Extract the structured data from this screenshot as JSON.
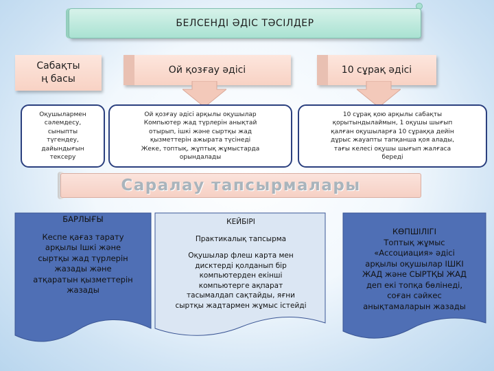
{
  "title": "БЕЛСЕНДІ ӘДІС ТӘСІЛДЕР",
  "headings": {
    "left_line1": "Сабақты",
    "left_line2": "ң басы",
    "middle": "Ой қозғау әдісі",
    "right": "10 сұрақ әдісі"
  },
  "descriptions": {
    "left": [
      "Оқушылармен",
      "сәлемдесу,",
      "сыныпты",
      "түгендеу,",
      "дайындығын",
      "тексеру"
    ],
    "middle": [
      "Ой қозғау әдісі арқылы  оқушылар",
      "Компьютер жад түрлерін анықтай",
      "отырып,  ішкі және сыртқы жад",
      "қызметтерін ажырата түсінеді",
      "Жеке, топтық, жұптық жұмыстарда",
      "орындалады"
    ],
    "right": [
      "10 сұрақ қою арқылы сабақты",
      "қорытындылаймын, 1 оқушы шығып",
      "қалған оқушыларға 10 сұраққа дейін",
      "дұрыс жауапты тапқанша қоя алады,",
      "тағы келесі оқушы шығып жалғаса",
      "береді"
    ]
  },
  "differentiated": "Саралау тапсырмалары",
  "tasks": {
    "all": {
      "heading": "БАРЛЫҒЫ",
      "lines": [
        "Кеспе қағаз тарату",
        "арқылы Ішкі және",
        "сыртқы жад түрлерін",
        "жазады және",
        "атқаратын қызметтерін",
        "жазады"
      ]
    },
    "some": {
      "heading": "КЕЙБІРІ",
      "subheading": "Практикалық тапсырма",
      "lines": [
        "Оқушылар флеш карта мен",
        "дисктерді қолданып бір",
        "компьютерден екінші",
        "компьютерге ақпарат",
        "тасымалдап сақтайды, яғни",
        "сыртқы жадтармен жұмыс істейді"
      ]
    },
    "most": {
      "heading": "КӨПШІЛІГІ",
      "lines": [
        "Топтық жұмыс",
        "«Ассоциация» әдісі",
        "арқылы оқушылар ІШКІ",
        "ЖАД және СЫРТҚЫ ЖАД",
        "деп екі топқа бөлінеді,",
        "соған сәйкес",
        "анықтамаларын жазады"
      ]
    }
  },
  "colors": {
    "banner_mint": "#a9e2d2",
    "heading_peach": "#f8d2c4",
    "box_border_navy": "#2a3f7e",
    "doc_fill_blue": "#4f6fb5",
    "doc_fill_light": "#dbe6f3"
  }
}
